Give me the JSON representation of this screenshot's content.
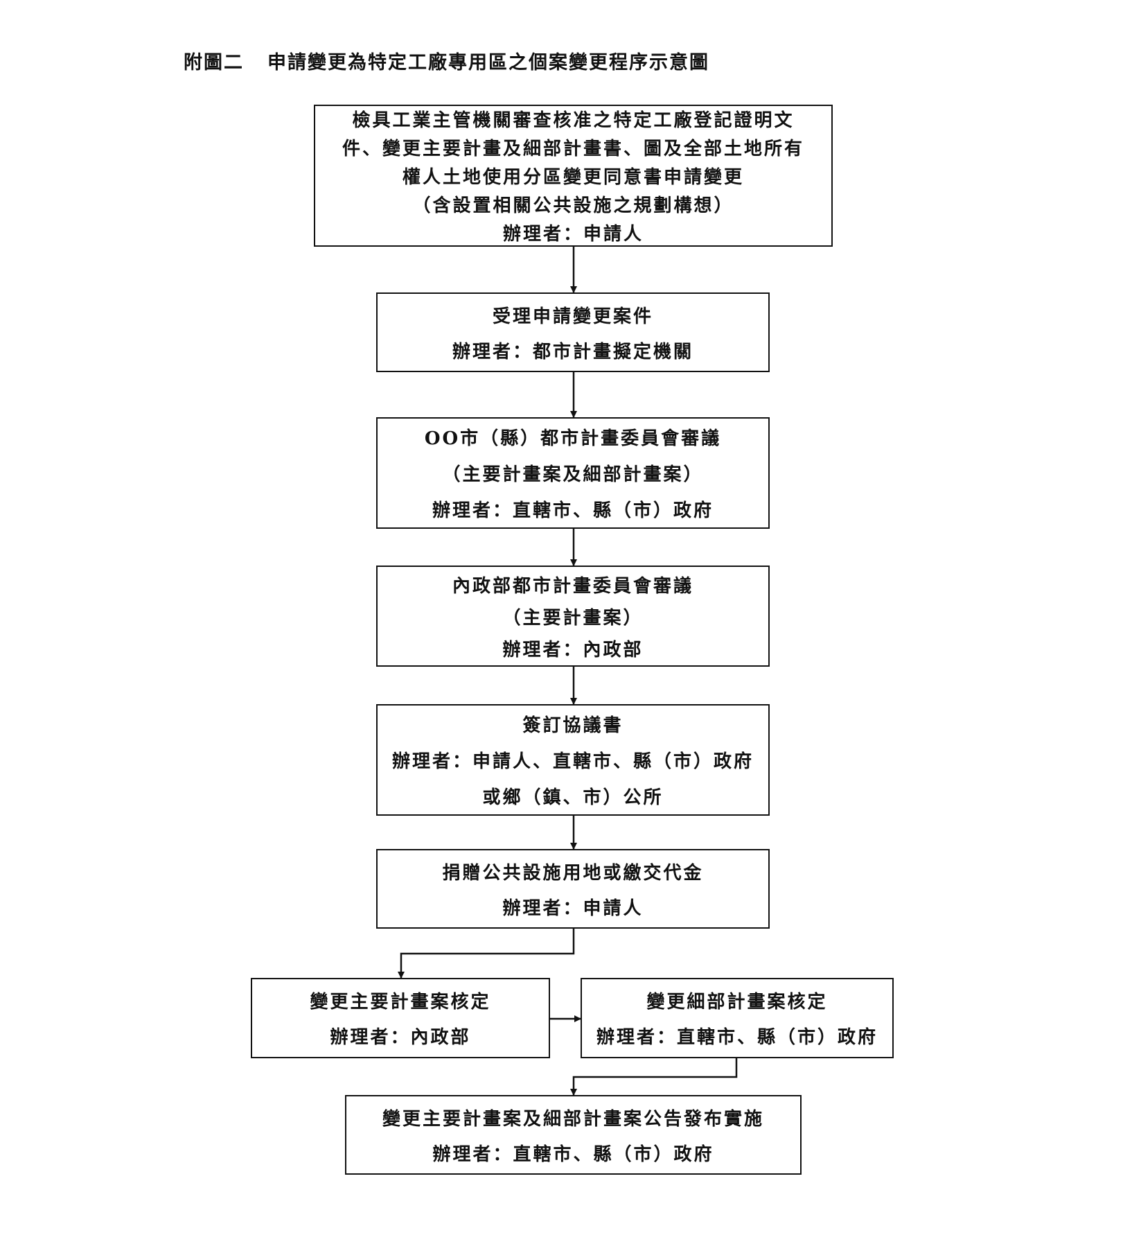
{
  "title": {
    "label": "附圖二",
    "text": "申請變更為特定工廠專用區之個案變更程序示意圖"
  },
  "steps": [
    {
      "lines": [
        "檢具工業主管機關審查核准之特定工廠登記證明文",
        "件、變更主要計畫及細部計畫書、圖及全部土地所有",
        "權人土地使用分區變更同意書申請變更",
        "（含設置相關公共設施之規劃構想）"
      ],
      "handler": "辦理者：申請人"
    },
    {
      "lines": [
        "受理申請變更案件"
      ],
      "handler": "辦理者：都市計畫擬定機關"
    },
    {
      "lines": [
        "OO市（縣）都市計畫委員會審議",
        "（主要計畫案及細部計畫案）"
      ],
      "handler": "辦理者：直轄市、縣（市）政府"
    },
    {
      "lines": [
        "內政部都市計畫委員會審議",
        "（主要計畫案）"
      ],
      "handler": "辦理者：內政部"
    },
    {
      "lines": [
        "簽訂協議書"
      ],
      "handler": "辦理者：申請人、直轄市、縣（市）政府",
      "handler_cont": "或鄉（鎮、市）公所"
    },
    {
      "lines": [
        "捐贈公共設施用地或繳交代金"
      ],
      "handler": "辦理者：申請人"
    },
    {
      "lines": [
        "變更主要計畫案核定"
      ],
      "handler": "辦理者：內政部"
    },
    {
      "lines": [
        "變更細部計畫案核定"
      ],
      "handler": "辦理者：直轄市、縣（市）政府"
    },
    {
      "lines": [
        "變更主要計畫案及細部計畫案公告發布實施"
      ],
      "handler": "辦理者：直轄市、縣（市）政府"
    }
  ]
}
